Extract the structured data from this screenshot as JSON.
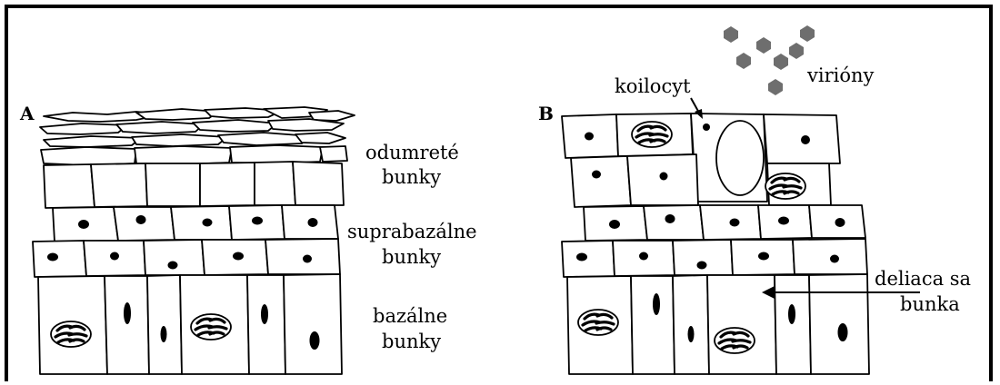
{
  "panels": {
    "a": "A",
    "b": "B"
  },
  "labels": {
    "dead_cells_1": "odumreté",
    "dead_cells_2": "bunky",
    "suprabasal_1": "suprabazálne",
    "suprabasal_2": "bunky",
    "basal_1": "bazálne",
    "basal_2": "bunky",
    "koilocyte": "koilocyt",
    "virions": "virióny",
    "dividing_1": "deliaca sa",
    "dividing_2": "bunka"
  },
  "colors": {
    "line": "#000000",
    "virion": "#6e6e6e",
    "background": "#ffffff"
  }
}
